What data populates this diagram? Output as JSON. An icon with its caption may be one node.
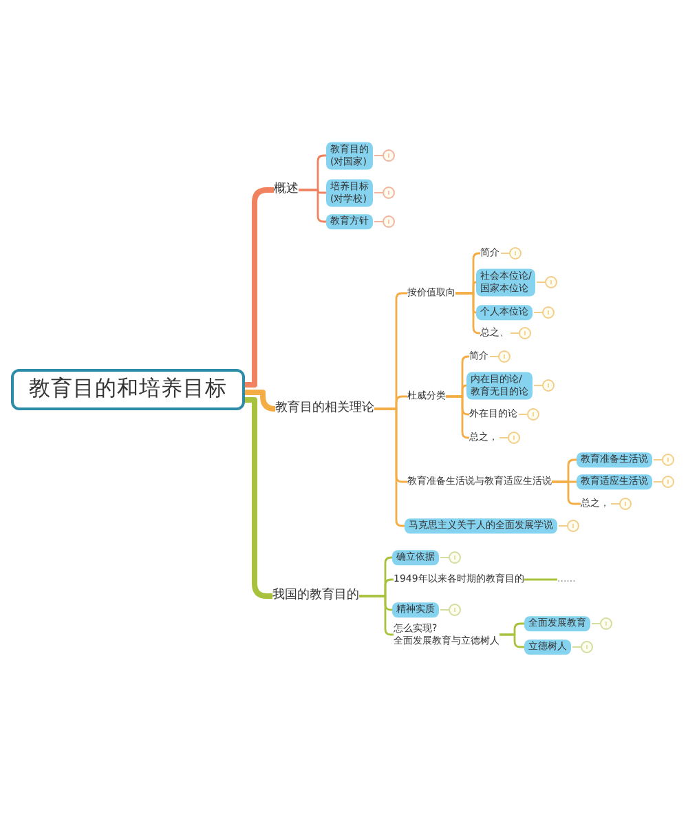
{
  "diagram": {
    "nodes": [
      {
        "text": [
          "教育目的和培养目标"
        ]
      },
      {
        "text": [
          "概述"
        ]
      },
      {
        "text": [
          "教育目的(对国家)"
        ]
      },
      {
        "text": [
          "培养目标(对学校)"
        ]
      },
      {
        "text": [
          "教育方针"
        ]
      },
      {
        "text": [
          "教育目的相关理论"
        ]
      },
      {
        "text": [
          "按价值取向"
        ]
      },
      {
        "text": [
          "简介"
        ]
      },
      {
        "text": [
          "社会本位论/国家本位论"
        ]
      },
      {
        "text": [
          "个人本位论"
        ]
      },
      {
        "text": [
          "总之、"
        ]
      },
      {
        "text": [
          "杜威分类"
        ]
      },
      {
        "text": [
          "简介"
        ]
      },
      {
        "text": [
          "内在目的论/教育无目的论"
        ]
      },
      {
        "text": [
          "外在目的论"
        ]
      },
      {
        "text": [
          "总之，"
        ]
      },
      {
        "text": [
          "教育准备生活说与教育适应生活说"
        ]
      },
      {
        "text": [
          "教育准备生活说"
        ]
      },
      {
        "text": [
          "教育适应生活说"
        ]
      },
      {
        "text": [
          "总之，"
        ]
      },
      {
        "text": [
          "马克思主义关于人的全面发展学说"
        ]
      },
      {
        "text": [
          "我国的教育目的"
        ]
      },
      {
        "text": [
          "确立依据"
        ]
      },
      {
        "text": [
          "1949年以来各时期的教育目的"
        ]
      },
      {
        "text": [
          "......"
        ]
      },
      {
        "text": [
          "精神实质"
        ]
      },
      {
        "text": [
          "怎么实现?全面发展教育与立德树人"
        ]
      },
      {
        "text": [
          "全面发展教育"
        ]
      },
      {
        "text": [
          "立德树人"
        ]
      }
    ],
    "edges": [
      {
        "from": 0,
        "to": 1,
        "arrow": "none",
        "style": "thick",
        "color": "#f0825f"
      },
      {
        "from": 0,
        "to": 5,
        "arrow": "none",
        "style": "thick"
      },
      {
        "from": 0,
        "to": 21,
        "arrow": "none",
        "style": "thick",
        "color": "#a8c23e"
      },
      {
        "from": 1,
        "to": 2,
        "arrow": "none",
        "color": "#f0825f"
      },
      {
        "from": 1,
        "to": 3,
        "arrow": "none",
        "color": "#f0825f"
      },
      {
        "from": 1,
        "to": 4,
        "arrow": "none",
        "color": "#f0825f"
      },
      {
        "from": 5,
        "to": 6,
        "arrow": "none"
      },
      {
        "from": 6,
        "to": 7,
        "arrow": "none"
      },
      {
        "from": 6,
        "to": 8,
        "arrow": "none"
      },
      {
        "from": 6,
        "to": 9,
        "arrow": "none"
      },
      {
        "from": 6,
        "to": 10,
        "arrow": "none"
      },
      {
        "from": 5,
        "to": 11,
        "arrow": "none"
      },
      {
        "from": 11,
        "to": 12,
        "arrow": "none"
      },
      {
        "from": 11,
        "to": 13,
        "arrow": "none"
      },
      {
        "from": 11,
        "to": 14,
        "arrow": "none"
      },
      {
        "from": 11,
        "to": 15,
        "arrow": "none"
      },
      {
        "from": 5,
        "to": 16,
        "arrow": "none"
      },
      {
        "from": 16,
        "to": 17,
        "arrow": "none"
      },
      {
        "from": 16,
        "to": 18,
        "arrow": "none"
      },
      {
        "from": 16,
        "to": 19,
        "arrow": "none"
      },
      {
        "from": 5,
        "to": 20,
        "arrow": "none"
      },
      {
        "from": 21,
        "to": 22,
        "arrow": "none",
        "color": "#a8c23e"
      },
      {
        "from": 21,
        "to": 23,
        "arrow": "none",
        "color": "#a8c23e"
      },
      {
        "from": 23,
        "to": 24,
        "arrow": "none",
        "color": "#a8c23e"
      },
      {
        "from": 21,
        "to": 25,
        "arrow": "none",
        "color": "#a8c23e"
      },
      {
        "from": 21,
        "to": 26,
        "arrow": "none",
        "color": "#a8c23e"
      },
      {
        "from": 26,
        "to": 27,
        "arrow": "none",
        "color": "#a8c23e"
      },
      {
        "from": 26,
        "to": 28,
        "arrow": "none",
        "color": "#a8c23e"
      }
    ]
  }
}
